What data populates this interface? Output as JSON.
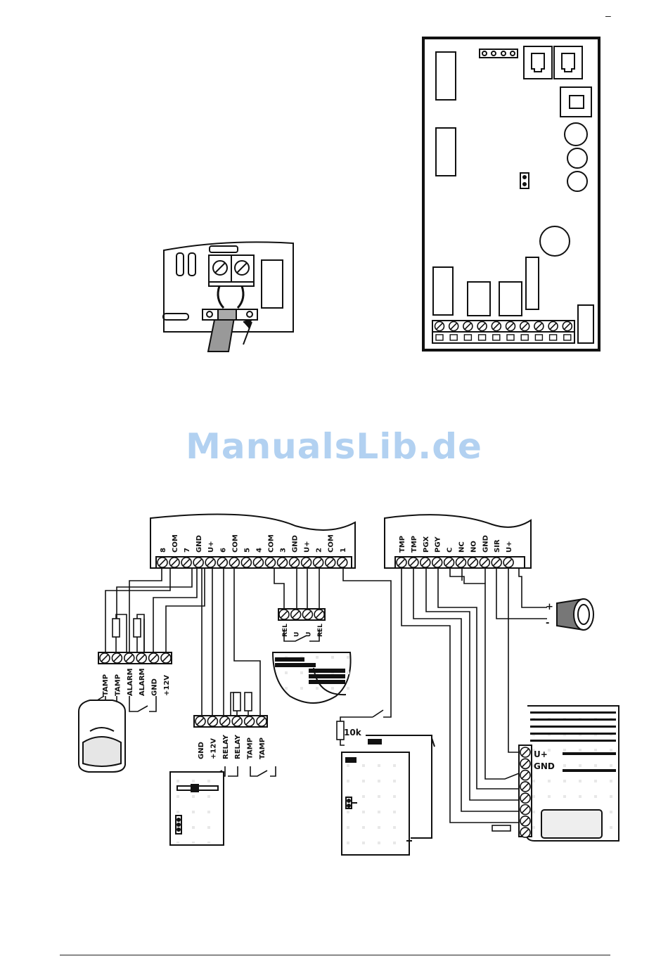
{
  "page": {
    "page_mark": "–"
  },
  "watermark": "ManualsLib.de",
  "main_terminals": [
    "8",
    "COM",
    "7",
    "GND",
    "U+",
    "6",
    "COM",
    "5",
    "4",
    "COM",
    "3",
    "GND",
    "U+",
    "2",
    "COM",
    "1"
  ],
  "aux_terminals": [
    "TMP",
    "TMP",
    "PGX",
    "PGY",
    "C",
    "NC",
    "NO",
    "GND",
    "SIR",
    "U+"
  ],
  "detector_terminals": [
    "TAMP",
    "TAMP",
    "ALARM",
    "ALARM",
    "GND",
    "+12V"
  ],
  "keypad_terminals": [
    "GND",
    "+12V",
    "RELAY",
    "RELAY",
    "TAMP",
    "TAMP"
  ],
  "rel_terminals": [
    "REL",
    "U",
    "U",
    "REL"
  ],
  "siren": {
    "plus": "+",
    "minus": "-"
  },
  "resistor_label": "10k",
  "psu_labels": [
    "U+",
    "GND"
  ],
  "colors": {
    "line": "#111111",
    "watermark": "#aacdf0"
  }
}
